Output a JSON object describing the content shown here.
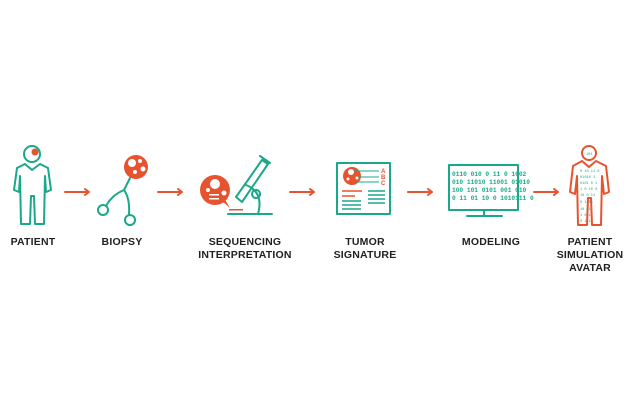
{
  "colors": {
    "teal": "#1aa88a",
    "orange": "#e8532f"
  },
  "steps": [
    {
      "label": "PATIENT"
    },
    {
      "label": "BIOPSY"
    },
    {
      "label": "SEQUENCING INTERPRETATION",
      "lines": [
        "SEQUENCING",
        "INTERPRETATION"
      ]
    },
    {
      "label": "TUMOR SIGNATURE",
      "lines": [
        "TUMOR",
        "SIGNATURE"
      ]
    },
    {
      "label": "MODELING"
    },
    {
      "label": "PATIENT SIMULATION AVATAR",
      "lines": [
        "PATIENT",
        "SIMULATION",
        "AVATAR"
      ]
    }
  ],
  "tumor_markers": [
    "A",
    "B",
    "C"
  ],
  "monitor_binary": [
    "0110 010 0 11 0 1002",
    "010 11010 11001 01010",
    "100 101 0101 001 010",
    "0 11 01 10 0 1010111 0"
  ],
  "avatar_binary": [
    "101",
    "0 10 11 0",
    "01010 1",
    "0101 0 1",
    "1 0 10 0",
    "10 0 11",
    "0 1 01",
    "10 01",
    "1 0 1",
    "0 1 1"
  ]
}
